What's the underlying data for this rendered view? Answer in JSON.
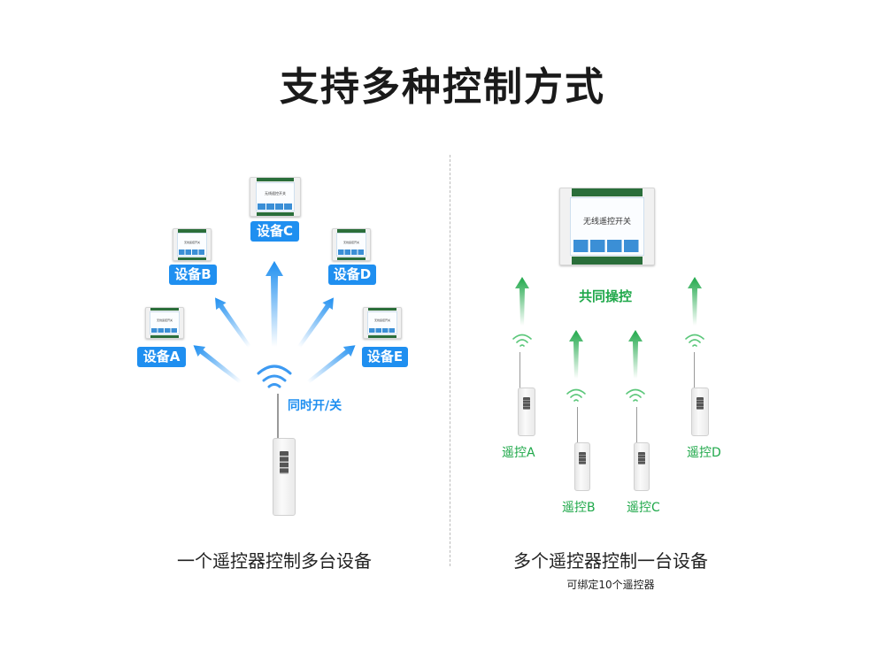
{
  "title": "支持多种控制方式",
  "device_label": "无线遥控开关",
  "left": {
    "devices": [
      "设备A",
      "设备B",
      "设备C",
      "设备D",
      "设备E"
    ],
    "action": "同时开/关",
    "caption": "一个遥控器控制多台设备"
  },
  "right": {
    "action": "共同操控",
    "remotes": [
      "遥控A",
      "遥控B",
      "遥控C",
      "遥控D"
    ],
    "caption": "多个遥控器控制一台设备",
    "subcaption": "可绑定10个遥控器"
  },
  "colors": {
    "blue": "#1f8ff0",
    "green": "#1fa84a"
  }
}
